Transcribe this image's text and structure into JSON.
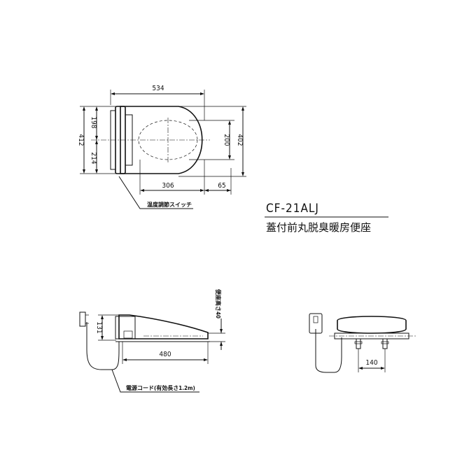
{
  "title": {
    "model": "CF-21ALJ",
    "product_name": "蓋付前丸脱臭暖房便座"
  },
  "top_view": {
    "dim_width": "534",
    "dim_total_depth": "412",
    "dim_rear_depth": "198",
    "dim_front_depth": "214",
    "dim_opening_depth": "200",
    "dim_seat_depth": "402",
    "dim_opening_length": "306",
    "dim_front_margin": "65",
    "switch_label": "温度調節スイッチ"
  },
  "side_view": {
    "dim_height": "131",
    "dim_length": "480",
    "dim_cord_height": "便座高さ40",
    "cord_label": "電源コード(有効長さ1.2m)"
  },
  "front_view": {
    "dim_fixing_pitch": "140"
  }
}
